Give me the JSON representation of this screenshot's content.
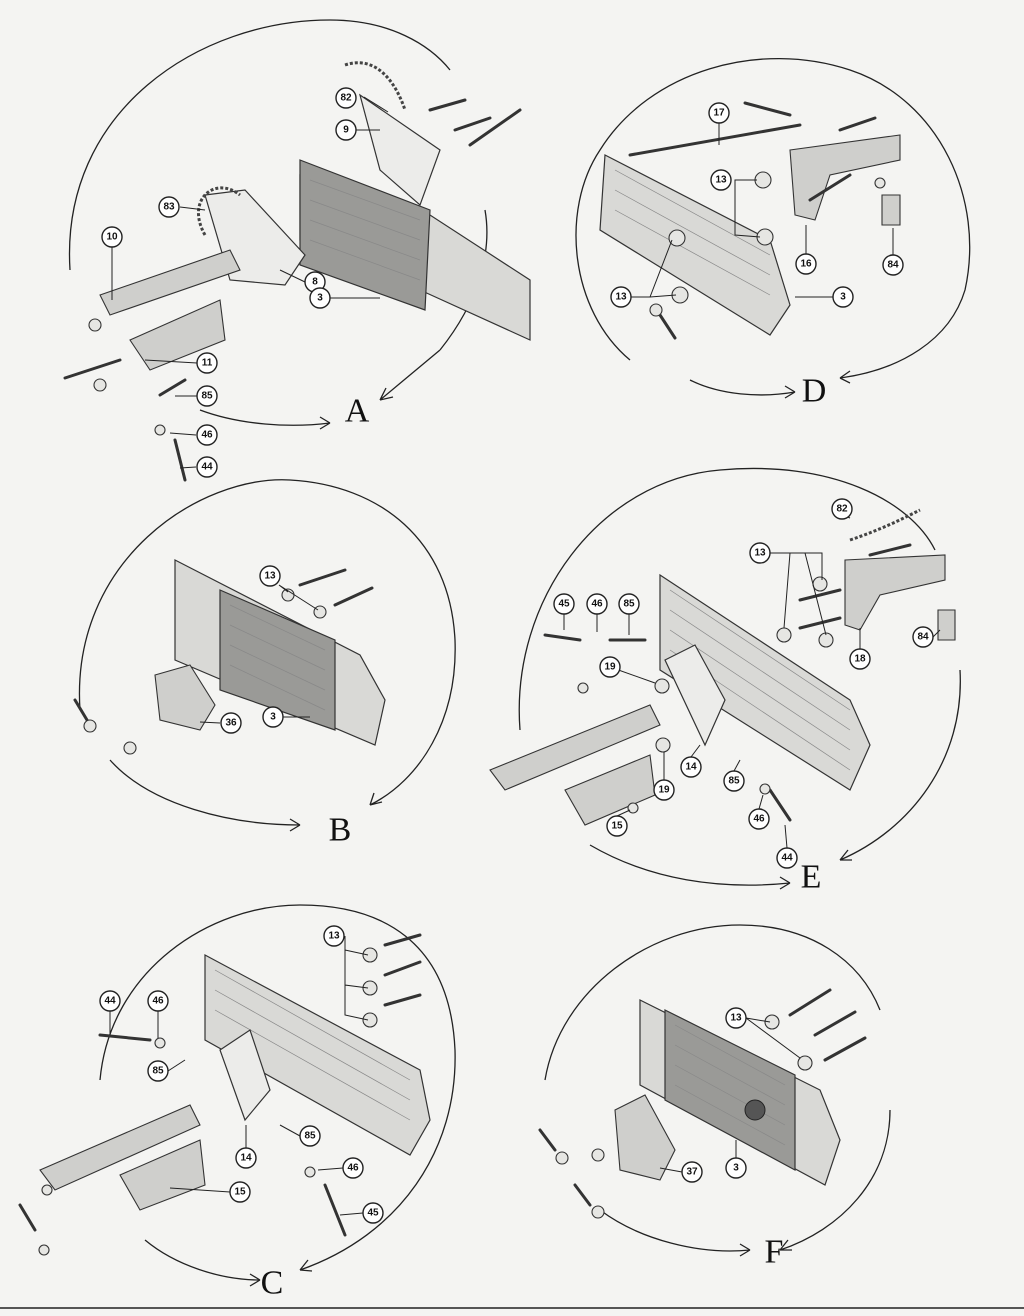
{
  "views": [
    {
      "id": "A",
      "letter": "A",
      "callouts": [
        "82",
        "9",
        "83",
        "10",
        "8",
        "3",
        "11",
        "85",
        "46",
        "44"
      ]
    },
    {
      "id": "B",
      "letter": "B",
      "callouts": [
        "13",
        "36",
        "3"
      ]
    },
    {
      "id": "C",
      "letter": "C",
      "callouts": [
        "13",
        "44",
        "46",
        "85",
        "14",
        "85",
        "15",
        "46",
        "45"
      ]
    },
    {
      "id": "D",
      "letter": "D",
      "callouts": [
        "17",
        "13",
        "16",
        "84",
        "13",
        "3"
      ]
    },
    {
      "id": "E",
      "letter": "E",
      "callouts": [
        "82",
        "13",
        "45",
        "46",
        "85",
        "19",
        "18",
        "84",
        "14",
        "19",
        "85",
        "15",
        "46",
        "44"
      ]
    },
    {
      "id": "F",
      "letter": "F",
      "callouts": [
        "13",
        "37",
        "3"
      ]
    }
  ]
}
